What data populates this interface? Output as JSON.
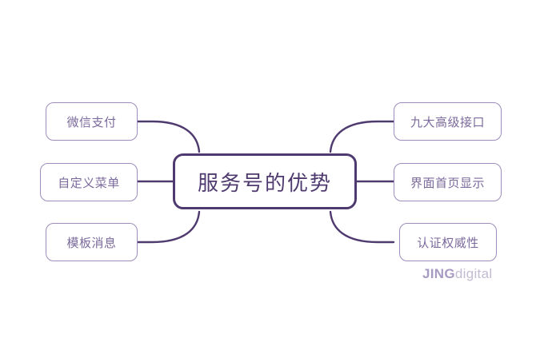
{
  "diagram": {
    "title": "服务号的优势",
    "background_color": "#ffffff",
    "center_node": {
      "label": "服务号的优势",
      "border_color": "#4e3a6e",
      "text_color": "#4e3a6e"
    },
    "leaf_border_color": "#9d8dba",
    "leaf_text_color": "#7b6a9c",
    "connector_color": "#4e3a6e",
    "left_nodes": [
      {
        "label": "微信支付"
      },
      {
        "label": "自定义菜单"
      },
      {
        "label": "模板消息"
      }
    ],
    "right_nodes": [
      {
        "label": "九大高级接口"
      },
      {
        "label": "界面首页显示"
      },
      {
        "label": "认证权威性"
      }
    ]
  },
  "watermark": {
    "bold_text": "JING",
    "light_text": "digital",
    "bold_color": "#a79bc4",
    "light_color": "#c3bcd2"
  }
}
